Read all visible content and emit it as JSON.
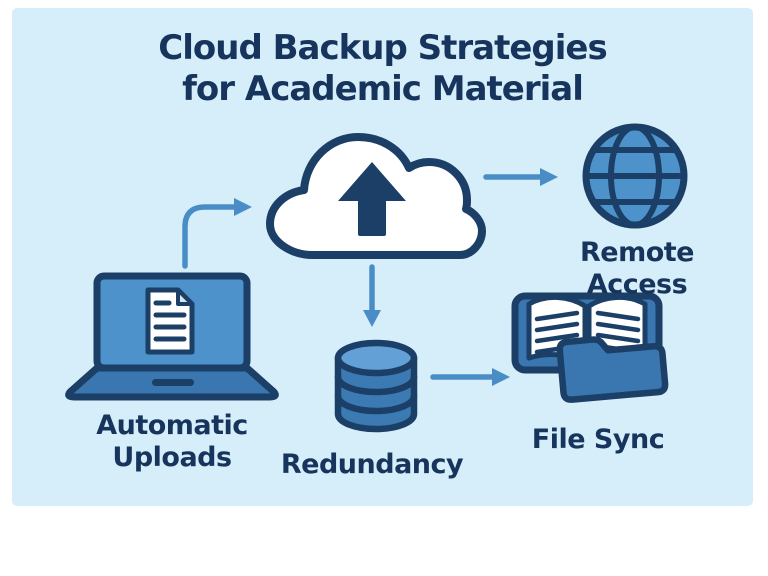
{
  "title": {
    "line1": "Cloud Backup Strategies",
    "line2": "for Academic Material"
  },
  "labels": {
    "laptop_line1": "Automatic",
    "laptop_line2": "Uploads",
    "globe": "Remote Access",
    "database": "Redundancy",
    "book": "File Sync"
  },
  "icons": {
    "cloud": "cloud-upload-icon",
    "laptop": "laptop-document-icon",
    "globe": "globe-icon",
    "database": "database-icon",
    "book_folder": "open-book-folder-icon",
    "arrow_laptop_to_cloud": "elbow-arrow",
    "arrow_cloud_to_globe": "right-arrow",
    "arrow_cloud_to_database": "down-arrow",
    "arrow_database_to_book": "right-arrow"
  },
  "colors": {
    "background": "#ffffff",
    "panel": "#d6eefa",
    "navy": "#1b3f66",
    "text": "#16345c",
    "medium_blue": "#4e92cc",
    "dark_blue": "#3a76b0",
    "db_body": "#3c7ab4",
    "db_top": "#63a0d6",
    "arrow": "#4a8dc6",
    "doc_fold": "#d9e7f3",
    "white": "#ffffff"
  }
}
